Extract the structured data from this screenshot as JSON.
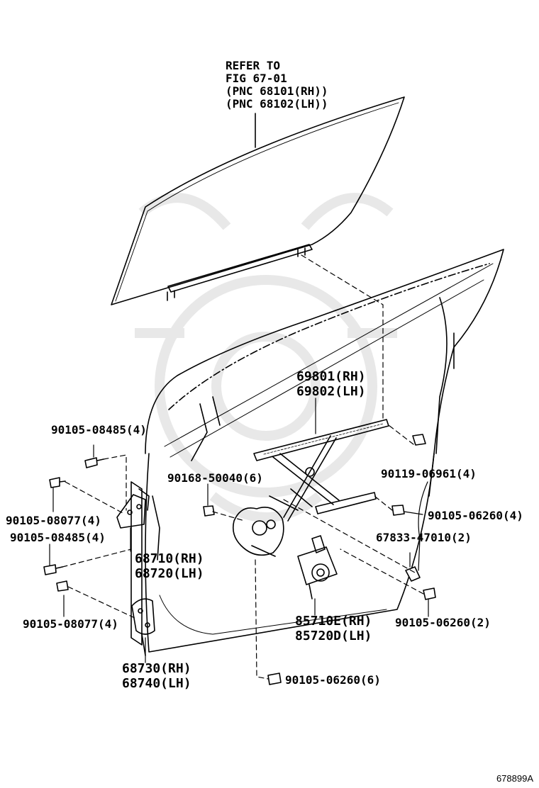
{
  "refer": {
    "line1": "REFER TO",
    "line2": "FIG 67-01",
    "line3": "(PNC 68101(RH))",
    "line4": "(PNC 68102(LH))"
  },
  "labels": {
    "regulator_rh": "69801(RH)",
    "regulator_lh": "69802(LH)",
    "bolt_08485_top": "90105-08485(4)",
    "bolt_50040": "90168-50040(6)",
    "bolt_06961": "90119-06961(4)",
    "bolt_08077_top": "90105-08077(4)",
    "bolt_06260_a": "90105-06260(4)",
    "bolt_08485_mid": "90105-08485(4)",
    "clip_47010": "67833-47010(2)",
    "hinge_upper_rh": "68710(RH)",
    "hinge_upper_lh": "68720(LH)",
    "bolt_08077_low": "90105-08077(4)",
    "motor_rh": "85710E(RH)",
    "motor_lh": "85720D(LH)",
    "bolt_06260_b": "90105-06260(2)",
    "hinge_lower_rh": "68730(RH)",
    "hinge_lower_lh": "68740(LH)",
    "bolt_06260_c": "90105-06260(6)"
  },
  "illustration_code": "678899A",
  "colors": {
    "ink": "#000000",
    "watermark": "#e8e8e8",
    "background": "#ffffff"
  }
}
